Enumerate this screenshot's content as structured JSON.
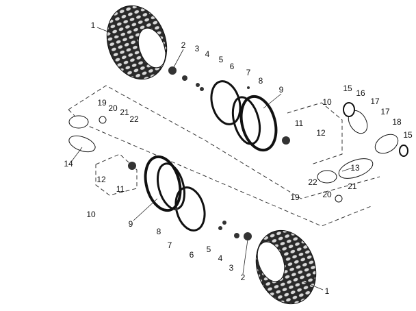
{
  "diagram": {
    "type": "exploded-parts-view",
    "callouts": [
      "1",
      "2",
      "3",
      "4",
      "5",
      "6",
      "7",
      "8",
      "9",
      "10",
      "11",
      "12",
      "13",
      "14",
      "15",
      "16",
      "17",
      "17",
      "18",
      "15",
      "19",
      "20",
      "21",
      "22",
      "22",
      "21",
      "20",
      "19",
      "12",
      "11",
      "10",
      "9",
      "8",
      "7",
      "6",
      "5",
      "4",
      "3",
      "2",
      "1"
    ]
  }
}
